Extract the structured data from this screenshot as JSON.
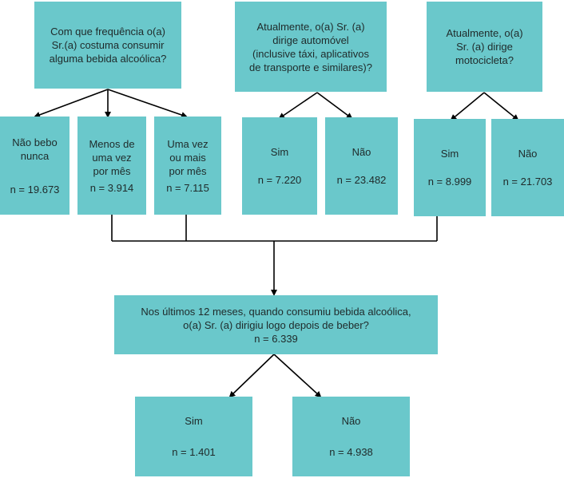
{
  "questions": {
    "alcohol_frequency": "Com que frequência o(a)\nSr.(a) costuma consumir\nalguma bebida alcoólica?",
    "drives_car": "Atualmente, o(a) Sr. (a)\ndirige automóvel\n(inclusive táxi, aplicativos\nde transporte e similares)?",
    "drives_motorcycle": "Atualmente, o(a)\nSr. (a) dirige\nmotocicleta?",
    "drank_and_drove": "Nos últimos 12 meses, quando consumiu bebida alcoólica,\no(a) Sr. (a) dirigiu logo depois de beber?",
    "drank_and_drove_n": "n =  6.339"
  },
  "alcohol_options": [
    {
      "label": "Não bebo\nnunca",
      "n": "n = 19.673"
    },
    {
      "label": "Menos de\numa vez\npor mês",
      "n": "n = 3.914"
    },
    {
      "label": "Uma vez\nou mais\npor mês",
      "n": "n = 7.115"
    }
  ],
  "car_options": [
    {
      "label": "Sim",
      "n": "n = 7.220"
    },
    {
      "label": "Não",
      "n": "n = 23.482"
    }
  ],
  "moto_options": [
    {
      "label": "Sim",
      "n": "n = 8.999"
    },
    {
      "label": "Não",
      "n": "n = 21.703"
    }
  ],
  "final_options": [
    {
      "label": "Sim",
      "n": "n = 1.401"
    },
    {
      "label": "Não",
      "n": "n = 4.938"
    }
  ],
  "colors": {
    "box": "#6ac8cb",
    "line": "#000000"
  }
}
